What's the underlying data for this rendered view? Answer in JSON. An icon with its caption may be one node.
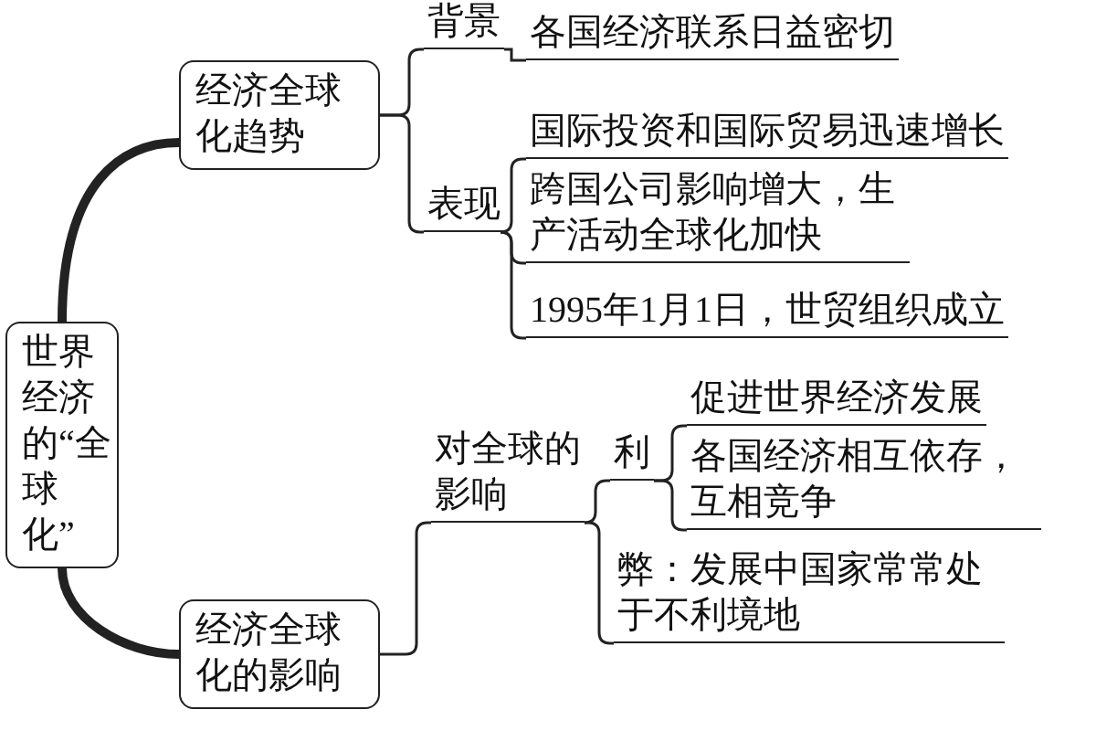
{
  "diagram": {
    "nodes": [
      {
        "text": [
          "世界经济的“全球化”"
        ]
      },
      {
        "text": [
          "经济全球化趋势"
        ]
      },
      {
        "text": [
          "背景"
        ]
      },
      {
        "text": [
          "各国经济联系日益密切"
        ]
      },
      {
        "text": [
          "表现"
        ]
      },
      {
        "text": [
          "国际投资和国际贸易迅速增长"
        ]
      },
      {
        "text": [
          "跨国公司影响增大，生产活动全球化加快"
        ]
      },
      {
        "text": [
          "1995年1月1日，世贸组织成立"
        ]
      },
      {
        "text": [
          "经济全球化的影响"
        ]
      },
      {
        "text": [
          "对全球的影响"
        ]
      },
      {
        "text": [
          "利"
        ]
      },
      {
        "text": [
          "促进世界经济发展"
        ]
      },
      {
        "text": [
          "各国经济相互依存，互相竞争"
        ]
      },
      {
        "text": [
          "弊：发展中国家常常处于不利境地"
        ]
      }
    ],
    "edges": [
      {
        "from": 0,
        "to": 1,
        "arrow": "none",
        "style": "thick"
      },
      {
        "from": 0,
        "to": 8,
        "arrow": "none",
        "style": "thick"
      },
      {
        "from": 1,
        "to": 2,
        "arrow": "none"
      },
      {
        "from": 1,
        "to": 4,
        "arrow": "none"
      },
      {
        "from": 2,
        "to": 3,
        "arrow": "none"
      },
      {
        "from": 4,
        "to": 5,
        "arrow": "none"
      },
      {
        "from": 4,
        "to": 6,
        "arrow": "none"
      },
      {
        "from": 4,
        "to": 7,
        "arrow": "none"
      },
      {
        "from": 8,
        "to": 9,
        "arrow": "none"
      },
      {
        "from": 9,
        "to": 10,
        "arrow": "none"
      },
      {
        "from": 9,
        "to": 13,
        "arrow": "none"
      },
      {
        "from": 10,
        "to": 11,
        "arrow": "none"
      },
      {
        "from": 10,
        "to": 12,
        "arrow": "none"
      }
    ]
  }
}
